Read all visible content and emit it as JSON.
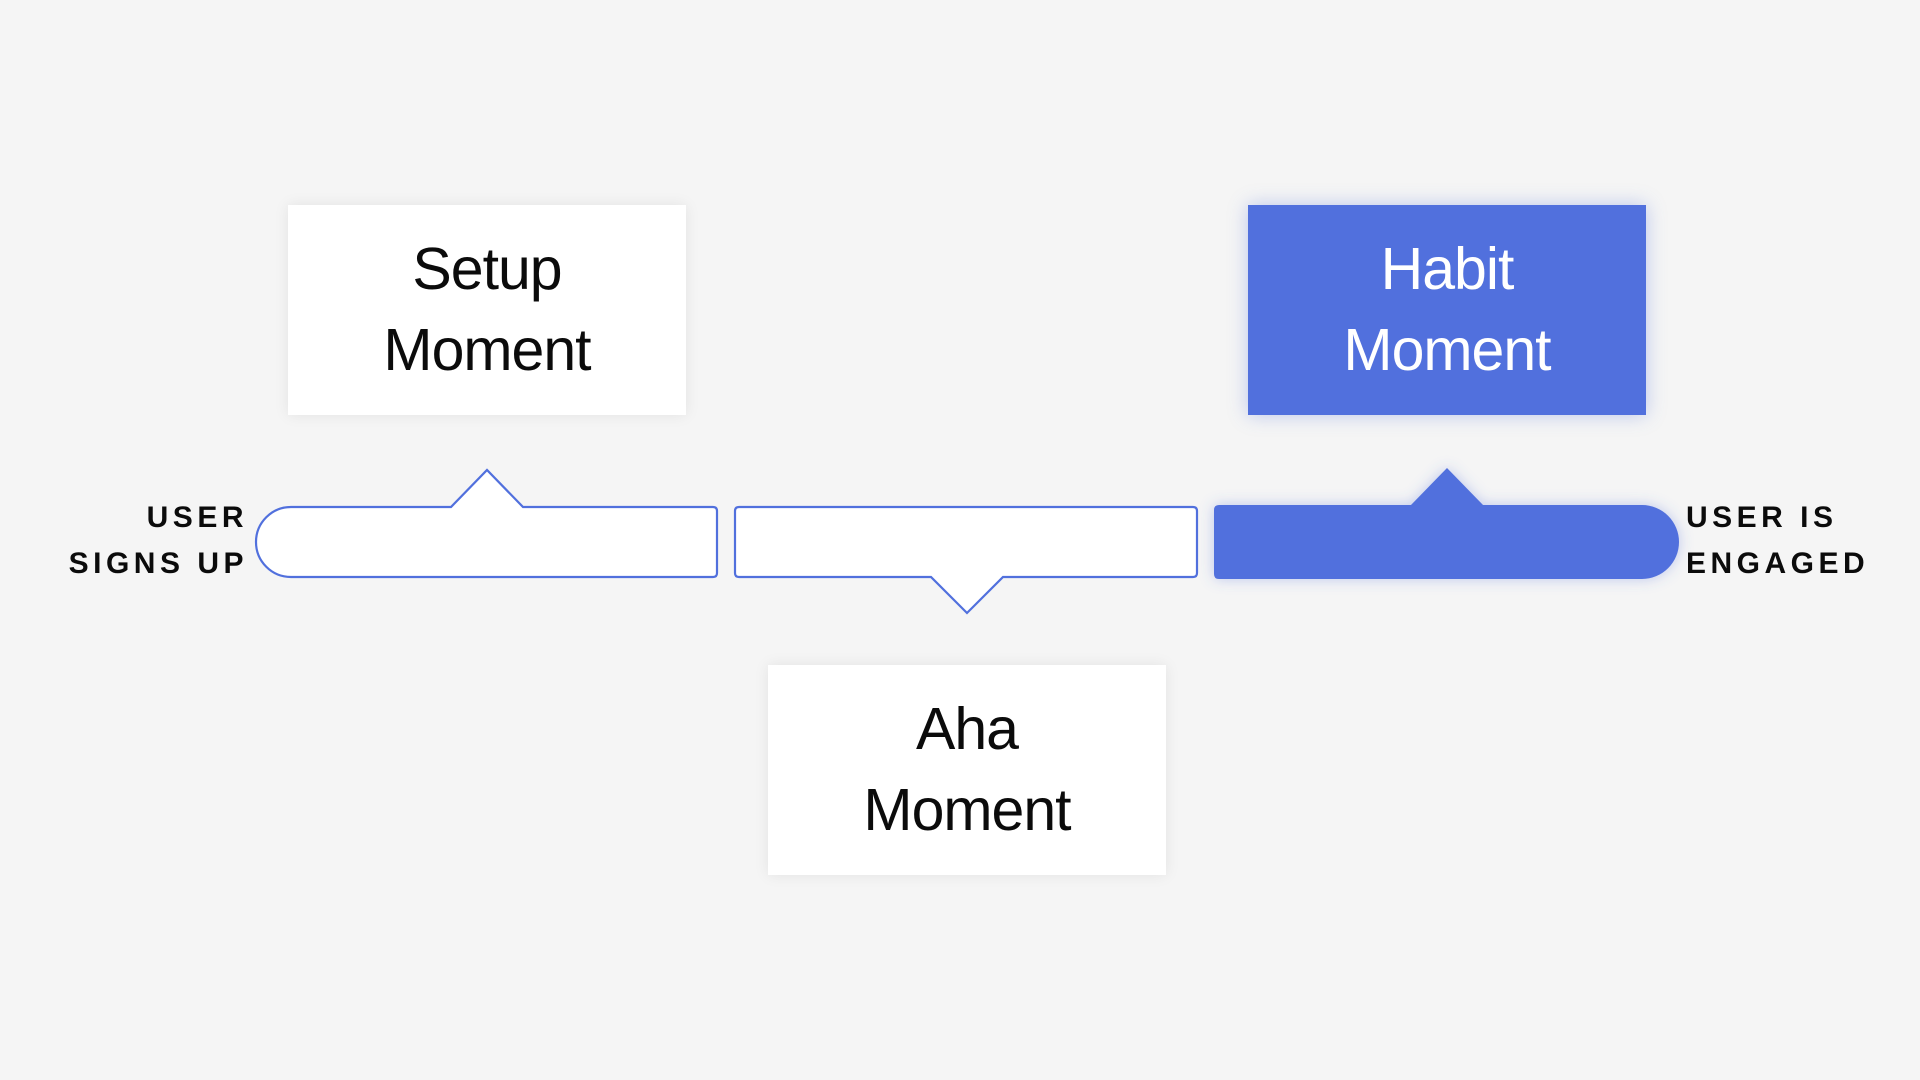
{
  "diagram": {
    "start_label": {
      "line1": "USER",
      "line2": "SIGNS UP"
    },
    "end_label": {
      "line1": "USER IS",
      "line2": "ENGAGED"
    },
    "stages": [
      {
        "line1": "Setup",
        "line2": "Moment",
        "position": "above",
        "highlighted": false
      },
      {
        "line1": "Aha",
        "line2": "Moment",
        "position": "below",
        "highlighted": false
      },
      {
        "line1": "Habit",
        "line2": "Moment",
        "position": "above",
        "highlighted": true
      }
    ],
    "colors": {
      "accent": "#5170dd",
      "background": "#f5f5f5",
      "card": "#ffffff",
      "text": "#0b0b0b"
    }
  }
}
